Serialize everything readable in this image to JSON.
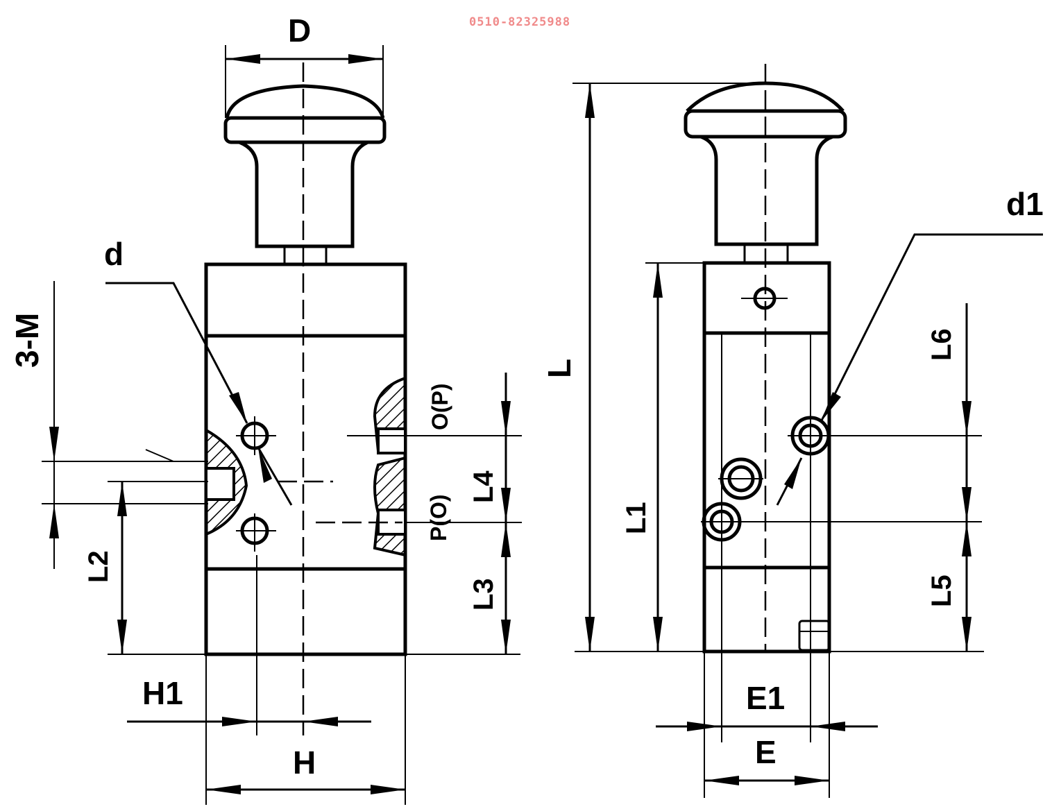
{
  "watermark": {
    "phone": "0510-82325988",
    "color": "#f08a8a"
  },
  "labels": {
    "D": "D",
    "d": "d",
    "d1": "d1",
    "three_m": "3-M",
    "L": "L",
    "L1": "L1",
    "L2": "L2",
    "L3": "L3",
    "L4": "L4",
    "L5": "L5",
    "L6": "L6",
    "H": "H",
    "H1": "H1",
    "E": "E",
    "E1": "E1",
    "port_top": "O(P)",
    "port_bottom": "P(O)"
  }
}
